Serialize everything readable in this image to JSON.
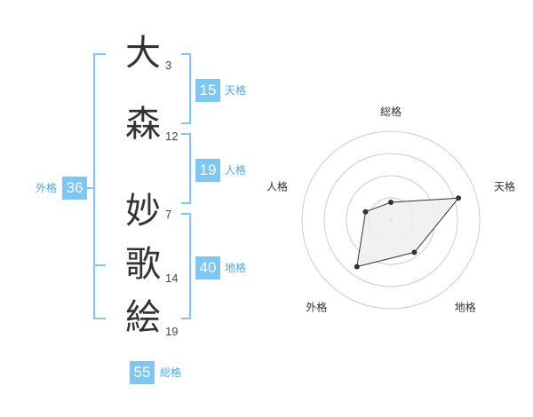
{
  "name": {
    "chars": [
      {
        "char": "大",
        "strokes": "3"
      },
      {
        "char": "森",
        "strokes": "12"
      },
      {
        "char": "妙",
        "strokes": "7"
      },
      {
        "char": "歌",
        "strokes": "14"
      },
      {
        "char": "絵",
        "strokes": "19"
      }
    ]
  },
  "fortunes": {
    "tenkaku": {
      "value": "15",
      "label": "天格"
    },
    "jinkaku": {
      "value": "19",
      "label": "人格"
    },
    "chikaku": {
      "value": "40",
      "label": "地格"
    },
    "gaikaku": {
      "value": "36",
      "label": "外格"
    },
    "soukaku": {
      "value": "55",
      "label": "総格"
    }
  },
  "chart_data": {
    "type": "radar",
    "axes": [
      "総格",
      "天格",
      "地格",
      "外格",
      "人格"
    ],
    "values": [
      0.2,
      0.8,
      0.45,
      0.65,
      0.3
    ],
    "range": [
      0,
      1
    ],
    "rings": 4,
    "colors": {
      "fill": "#eeeeee",
      "stroke": "#333333",
      "ring": "#cccccc",
      "accent": "#7fc6f3"
    }
  }
}
